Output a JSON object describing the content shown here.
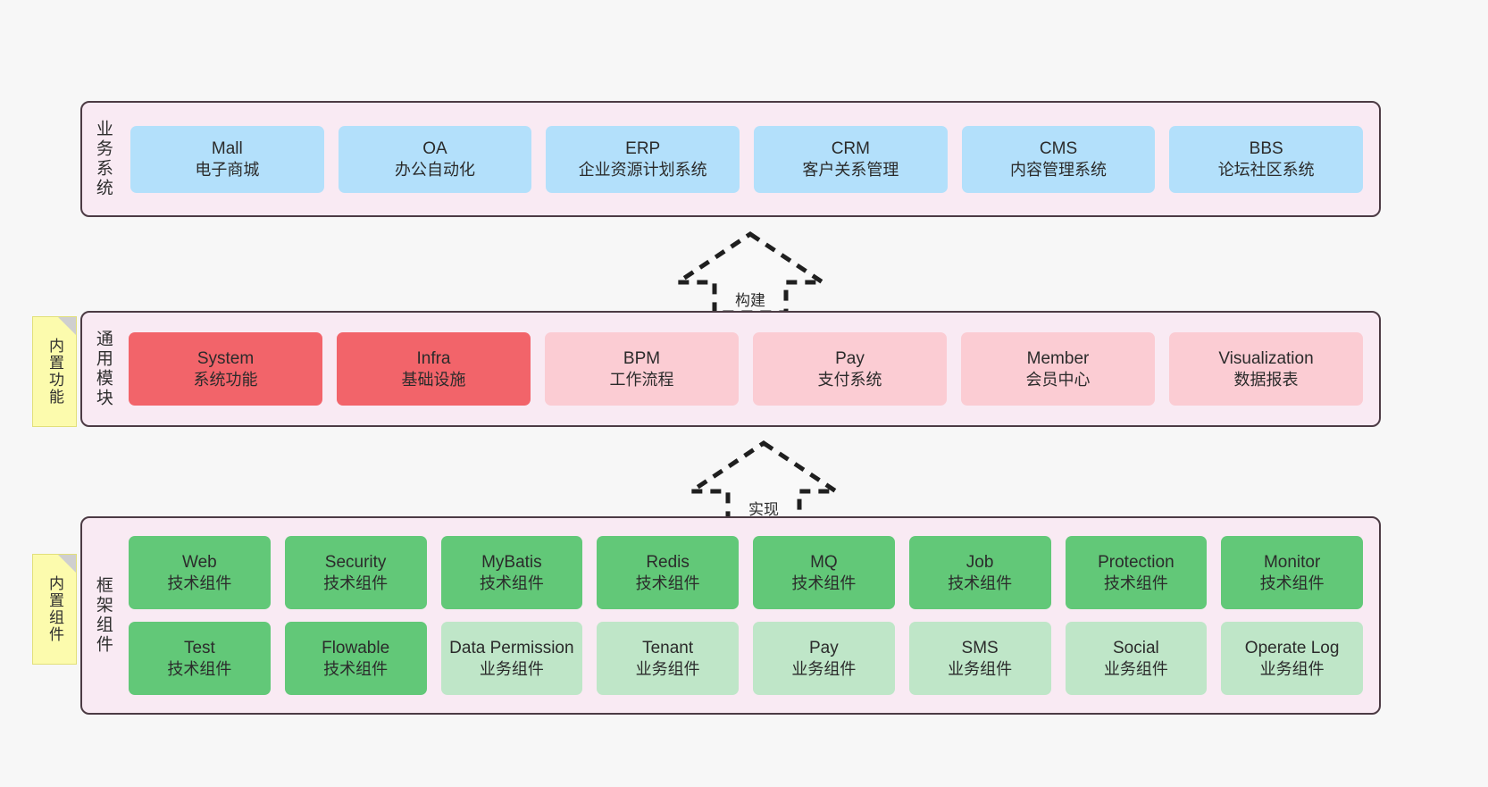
{
  "diagram": {
    "background_color": "#f7f7f7",
    "panel_fill": "#f9eaf3",
    "panel_border": "#4c3b44"
  },
  "notes": [
    {
      "id": "builtin-function",
      "label": "内置功能",
      "color": "#fcfbad"
    },
    {
      "id": "builtin-component",
      "label": "内置组件",
      "color": "#fcfbad"
    }
  ],
  "connectors": [
    {
      "id": "build",
      "label": "构建",
      "style": "dashed-hollow-arrow-up"
    },
    {
      "id": "realize",
      "label": "实现",
      "style": "dashed-hollow-arrow-up"
    }
  ],
  "layers": [
    {
      "id": "business",
      "title": "业务系统",
      "color": "#b3e0fb",
      "rows": [
        [
          {
            "name": "Mall",
            "desc": "电子商城",
            "color": "#b3e0fb"
          },
          {
            "name": "OA",
            "desc": "办公自动化",
            "color": "#b3e0fb"
          },
          {
            "name": "ERP",
            "desc": "企业资源计划系统",
            "color": "#b3e0fb"
          },
          {
            "name": "CRM",
            "desc": "客户关系管理",
            "color": "#b3e0fb"
          },
          {
            "name": "CMS",
            "desc": "内容管理系统",
            "color": "#b3e0fb"
          },
          {
            "name": "BBS",
            "desc": "论坛社区系统",
            "color": "#b3e0fb"
          }
        ]
      ]
    },
    {
      "id": "modules",
      "title": "通用模块",
      "color": "#fbccd3",
      "rows": [
        [
          {
            "name": "System",
            "desc": "系统功能",
            "color": "#f2646a"
          },
          {
            "name": "Infra",
            "desc": "基础设施",
            "color": "#f2646a"
          },
          {
            "name": "BPM",
            "desc": "工作流程",
            "color": "#fbccd3"
          },
          {
            "name": "Pay",
            "desc": "支付系统",
            "color": "#fbccd3"
          },
          {
            "name": "Member",
            "desc": "会员中心",
            "color": "#fbccd3"
          },
          {
            "name": "Visualization",
            "desc": "数据报表",
            "color": "#fbccd3"
          }
        ]
      ]
    },
    {
      "id": "framework",
      "title": "框架组件",
      "color": "#62c878",
      "rows": [
        [
          {
            "name": "Web",
            "desc": "技术组件",
            "color": "#62c878"
          },
          {
            "name": "Security",
            "desc": "技术组件",
            "color": "#62c878"
          },
          {
            "name": "MyBatis",
            "desc": "技术组件",
            "color": "#62c878"
          },
          {
            "name": "Redis",
            "desc": "技术组件",
            "color": "#62c878"
          },
          {
            "name": "MQ",
            "desc": "技术组件",
            "color": "#62c878"
          },
          {
            "name": "Job",
            "desc": "技术组件",
            "color": "#62c878"
          },
          {
            "name": "Protection",
            "desc": "技术组件",
            "color": "#62c878"
          },
          {
            "name": "Monitor",
            "desc": "技术组件",
            "color": "#62c878"
          }
        ],
        [
          {
            "name": "Test",
            "desc": "技术组件",
            "color": "#62c878"
          },
          {
            "name": "Flowable",
            "desc": "技术组件",
            "color": "#62c878"
          },
          {
            "name": "Data Permission",
            "desc": "业务组件",
            "color": "#bfe6c8"
          },
          {
            "name": "Tenant",
            "desc": "业务组件",
            "color": "#bfe6c8"
          },
          {
            "name": "Pay",
            "desc": "业务组件",
            "color": "#bfe6c8"
          },
          {
            "name": "SMS",
            "desc": "业务组件",
            "color": "#bfe6c8"
          },
          {
            "name": "Social",
            "desc": "业务组件",
            "color": "#bfe6c8"
          },
          {
            "name": "Operate Log",
            "desc": "业务组件",
            "color": "#bfe6c8"
          }
        ]
      ]
    }
  ]
}
